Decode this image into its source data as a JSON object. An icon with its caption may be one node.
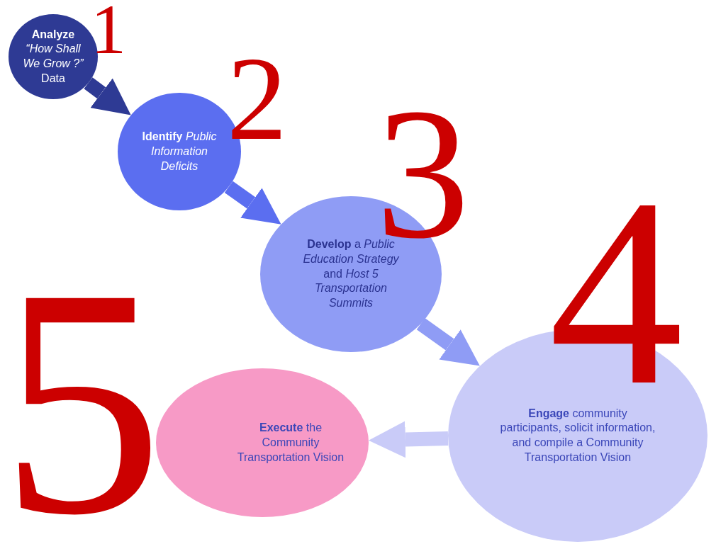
{
  "diagram": {
    "nodes": [
      {
        "text": [
          "**Analyze** *“How Shall We Grow ?”* Data"
        ]
      },
      {
        "text": [
          "**Identify** *Public Information Deficits*"
        ]
      },
      {
        "text": [
          "**Develop** a *Public Education Strategy* and *Host 5 Transportation Summits*"
        ]
      },
      {
        "text": [
          "**Engage** community participants, solicit information, and compile a Community Transportation Vision"
        ]
      },
      {
        "text": [
          "**Execute** the Community Transportation Vision"
        ]
      }
    ],
    "edges": [
      {
        "from": 0,
        "to": 1,
        "arrow": "to",
        "color": "#2e3a94"
      },
      {
        "from": 1,
        "to": 2,
        "arrow": "to",
        "color": "#5b6ef0"
      },
      {
        "from": 2,
        "to": 3,
        "arrow": "to",
        "color": "#8f9cf5"
      },
      {
        "from": 3,
        "to": 4,
        "arrow": "to",
        "color": "#c9cbf8"
      }
    ],
    "labels": [
      "1",
      "2",
      "3",
      "4",
      "5"
    ]
  }
}
